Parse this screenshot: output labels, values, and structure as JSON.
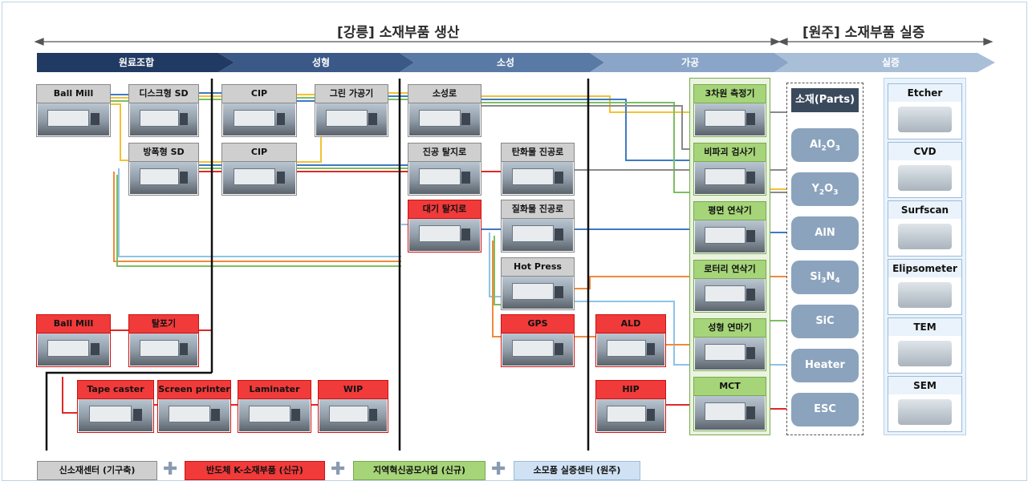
{
  "headers": {
    "gangneung": "[강릉] 소재부품 생산",
    "wonju": "[원주] 소재부품 실증"
  },
  "stages": [
    "원료조합",
    "성형",
    "소성",
    "가공",
    "실증"
  ],
  "colors": {
    "stage_dark": "#203a63",
    "stage_light": "#a9bfd8",
    "red": "#f13a3a",
    "green": "#a6d479",
    "gray": "#cfcfcf",
    "blue": "#cfe1f3",
    "wire_yellow": "#f2c233",
    "wire_blue": "#3f79c4",
    "wire_red": "#e02828",
    "wire_green": "#7bbf62",
    "wire_gray": "#8a8a8a",
    "wire_orange": "#f08a3a",
    "wire_lightblue": "#8ec3e6"
  },
  "equipment": {
    "ballmill1": "Ball Mill",
    "disk_sd": "디스크형 SD",
    "explosion_sd": "방폭형 SD",
    "cip1": "CIP",
    "green_machine": "그린 가공기",
    "cip2": "CIP",
    "sintering": "소성로",
    "vacuum_debind": "진공 탈지로",
    "carbide_vacuum": "탄화물 진공로",
    "air_debind": "대기 탈지로",
    "nitride_vacuum": "질화물 진공로",
    "hot_press": "Hot Press",
    "gps": "GPS",
    "ballmill2": "Ball Mill",
    "degasser": "탈포기",
    "tape_caster": "Tape caster",
    "screen_printer": "Screen printer",
    "laminater": "Laminater",
    "wip": "WIP",
    "ald": "ALD",
    "hip": "HIP"
  },
  "processing": [
    "3차원 측정기",
    "비파괴 검사기",
    "평면 연삭기",
    "로터리 연삭기",
    "성형 연마기",
    "MCT"
  ],
  "parts": {
    "title": "소재(Parts)",
    "items": [
      {
        "base": "Al",
        "s1": "2",
        "mid": "O",
        "s2": "3"
      },
      {
        "base": "Y",
        "s1": "2",
        "mid": "O",
        "s2": "3"
      },
      {
        "base": "AlN",
        "s1": "",
        "mid": "",
        "s2": ""
      },
      {
        "base": "Si",
        "s1": "3",
        "mid": "N",
        "s2": "4"
      },
      {
        "base": "SiC",
        "s1": "",
        "mid": "",
        "s2": ""
      },
      {
        "base": "Heater",
        "s1": "",
        "mid": "",
        "s2": ""
      },
      {
        "base": "ESC",
        "s1": "",
        "mid": "",
        "s2": ""
      }
    ]
  },
  "validation": [
    "Etcher",
    "CVD",
    "Surfscan",
    "Elipsometer",
    "TEM",
    "SEM"
  ],
  "legend": [
    "신소재센터 (기구축)",
    "반도체 K-소재부품 (신규)",
    "지역혁신공모사업 (신규)",
    "소모품 실증센터 (원주)"
  ]
}
